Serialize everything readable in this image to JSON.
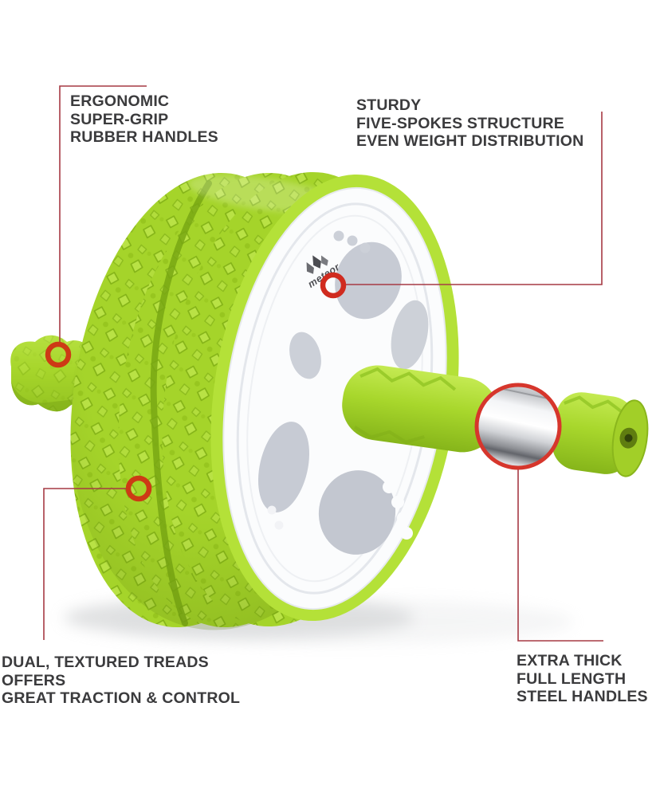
{
  "brand": {
    "name": "meteor"
  },
  "callouts": {
    "rubber_handles": {
      "lines": [
        "ERGONOMIC",
        "SUPER-GRIP",
        "RUBBER HANDLES"
      ]
    },
    "spoke_structure": {
      "lines": [
        "STURDY",
        "FIVE-SPOKES STRUCTURE",
        "EVEN WEIGHT DISTRIBUTION"
      ]
    },
    "treads": {
      "lines": [
        "DUAL, TEXTURED TREADS",
        "OFFERS",
        "GREAT TRACTION & CONTROL"
      ]
    },
    "steel_handles": {
      "lines": [
        "EXTRA THICK",
        "FULL LENGTH",
        "STEEL HANDLES"
      ]
    }
  },
  "colors": {
    "lime_green": "#a6d42a",
    "leader_line_red": "#a63a44",
    "ring_red": "#cd3a15",
    "magnifier_red": "#d6362c",
    "text_dark": "#3b3b3d",
    "steel_gray": "#c3c5c9"
  }
}
